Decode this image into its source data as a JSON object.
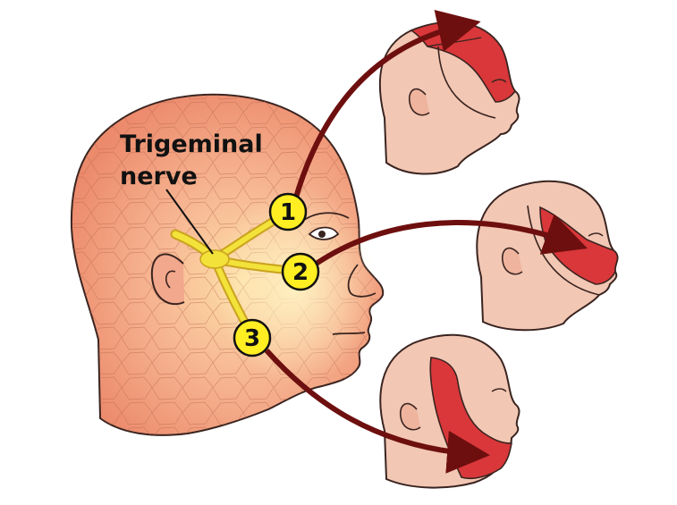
{
  "diagram": {
    "title_line1": "Trigeminal",
    "title_line2": "nerve",
    "branches": [
      {
        "number": "1"
      },
      {
        "number": "2"
      },
      {
        "number": "3"
      }
    ]
  },
  "colors": {
    "skin_light": "#f1c6b4",
    "skin_main": "#ef9a7a",
    "nerve_yellow": "#f2e23a",
    "badge_yellow": "#ffee22",
    "arrow_dark_red": "#6e0f0f",
    "region_red": "#d9373a"
  }
}
